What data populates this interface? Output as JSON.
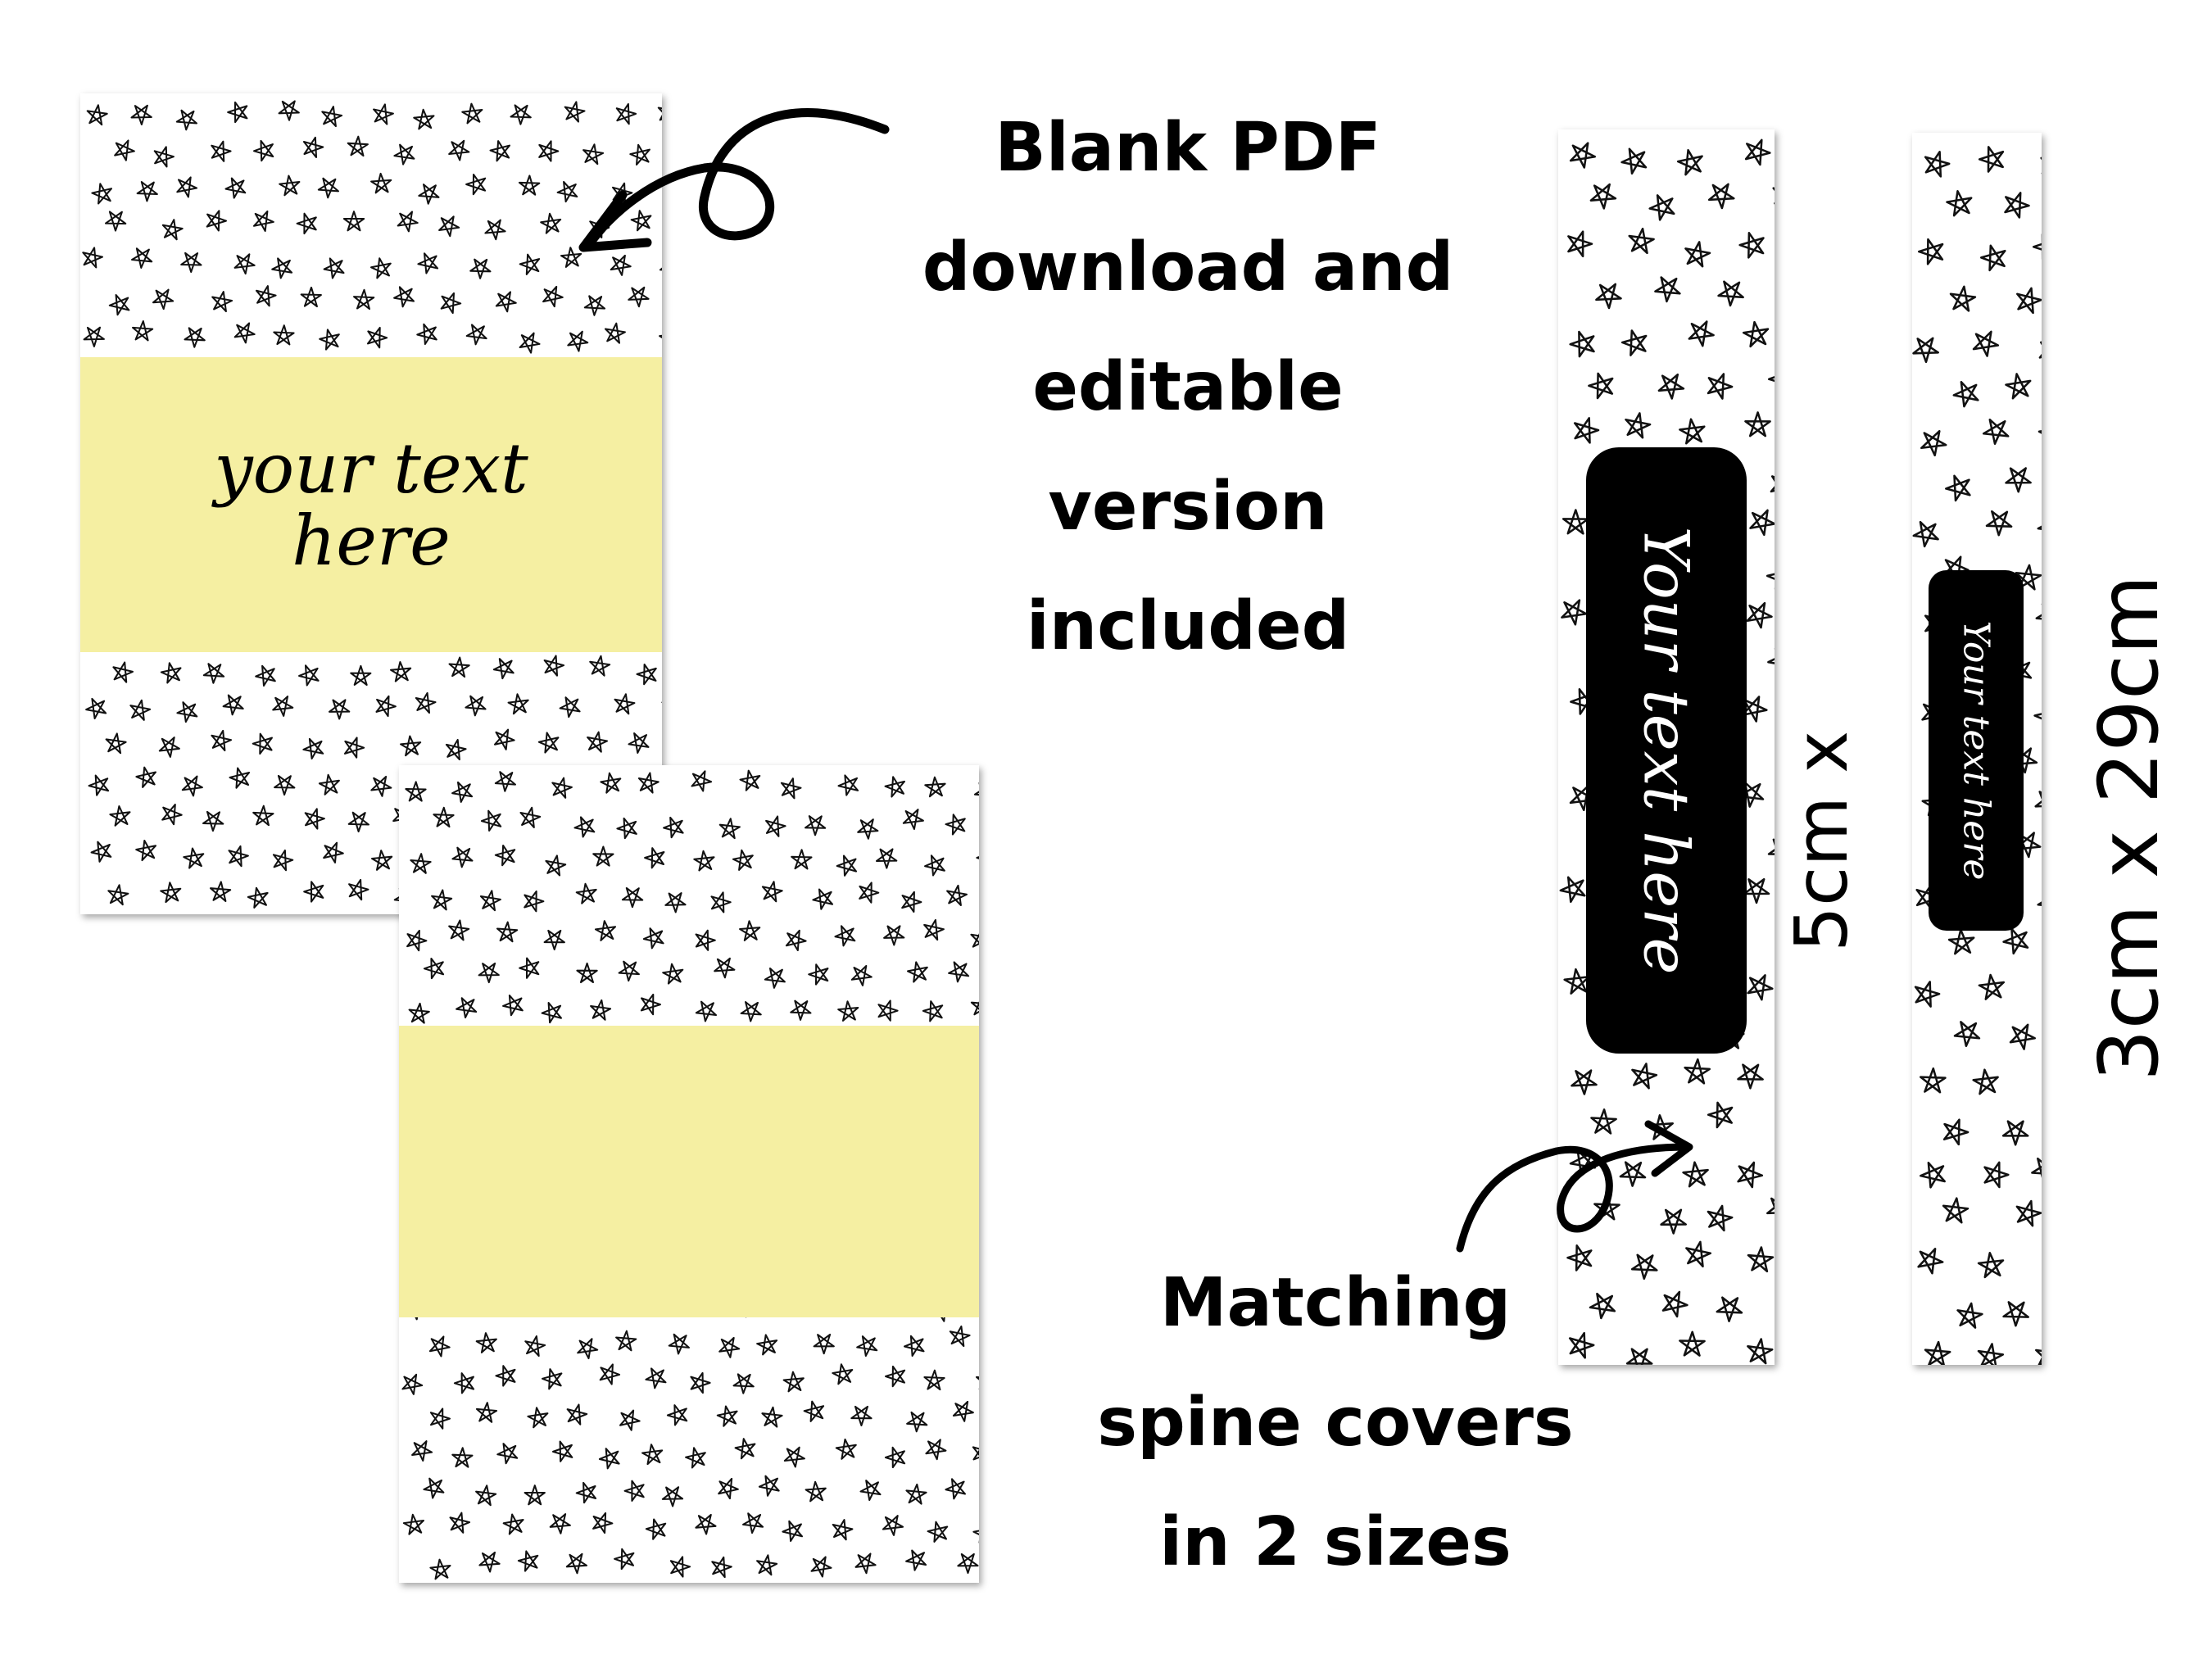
{
  "colors": {
    "band": "#f5efa2",
    "star": "#111111",
    "pill": "#000000"
  },
  "cover_with_text": {
    "text_line1": "your text",
    "text_line2": "here"
  },
  "cover_blank": {},
  "blank_caption": {
    "line1": "Blank PDF",
    "line2": "download and",
    "line3": "editable",
    "line4": "version",
    "line5": "included"
  },
  "spine_large": {
    "label": "Your text here",
    "dimension": "5cm x"
  },
  "spine_small": {
    "label": "Your text here",
    "dimension": "3cm x 29cm"
  },
  "spine_caption": {
    "line1": "Matching",
    "line2": "spine covers",
    "line3": "in 2 sizes"
  },
  "icons": {
    "pattern": "star-icon",
    "arrow": "curved-arrow-icon"
  }
}
